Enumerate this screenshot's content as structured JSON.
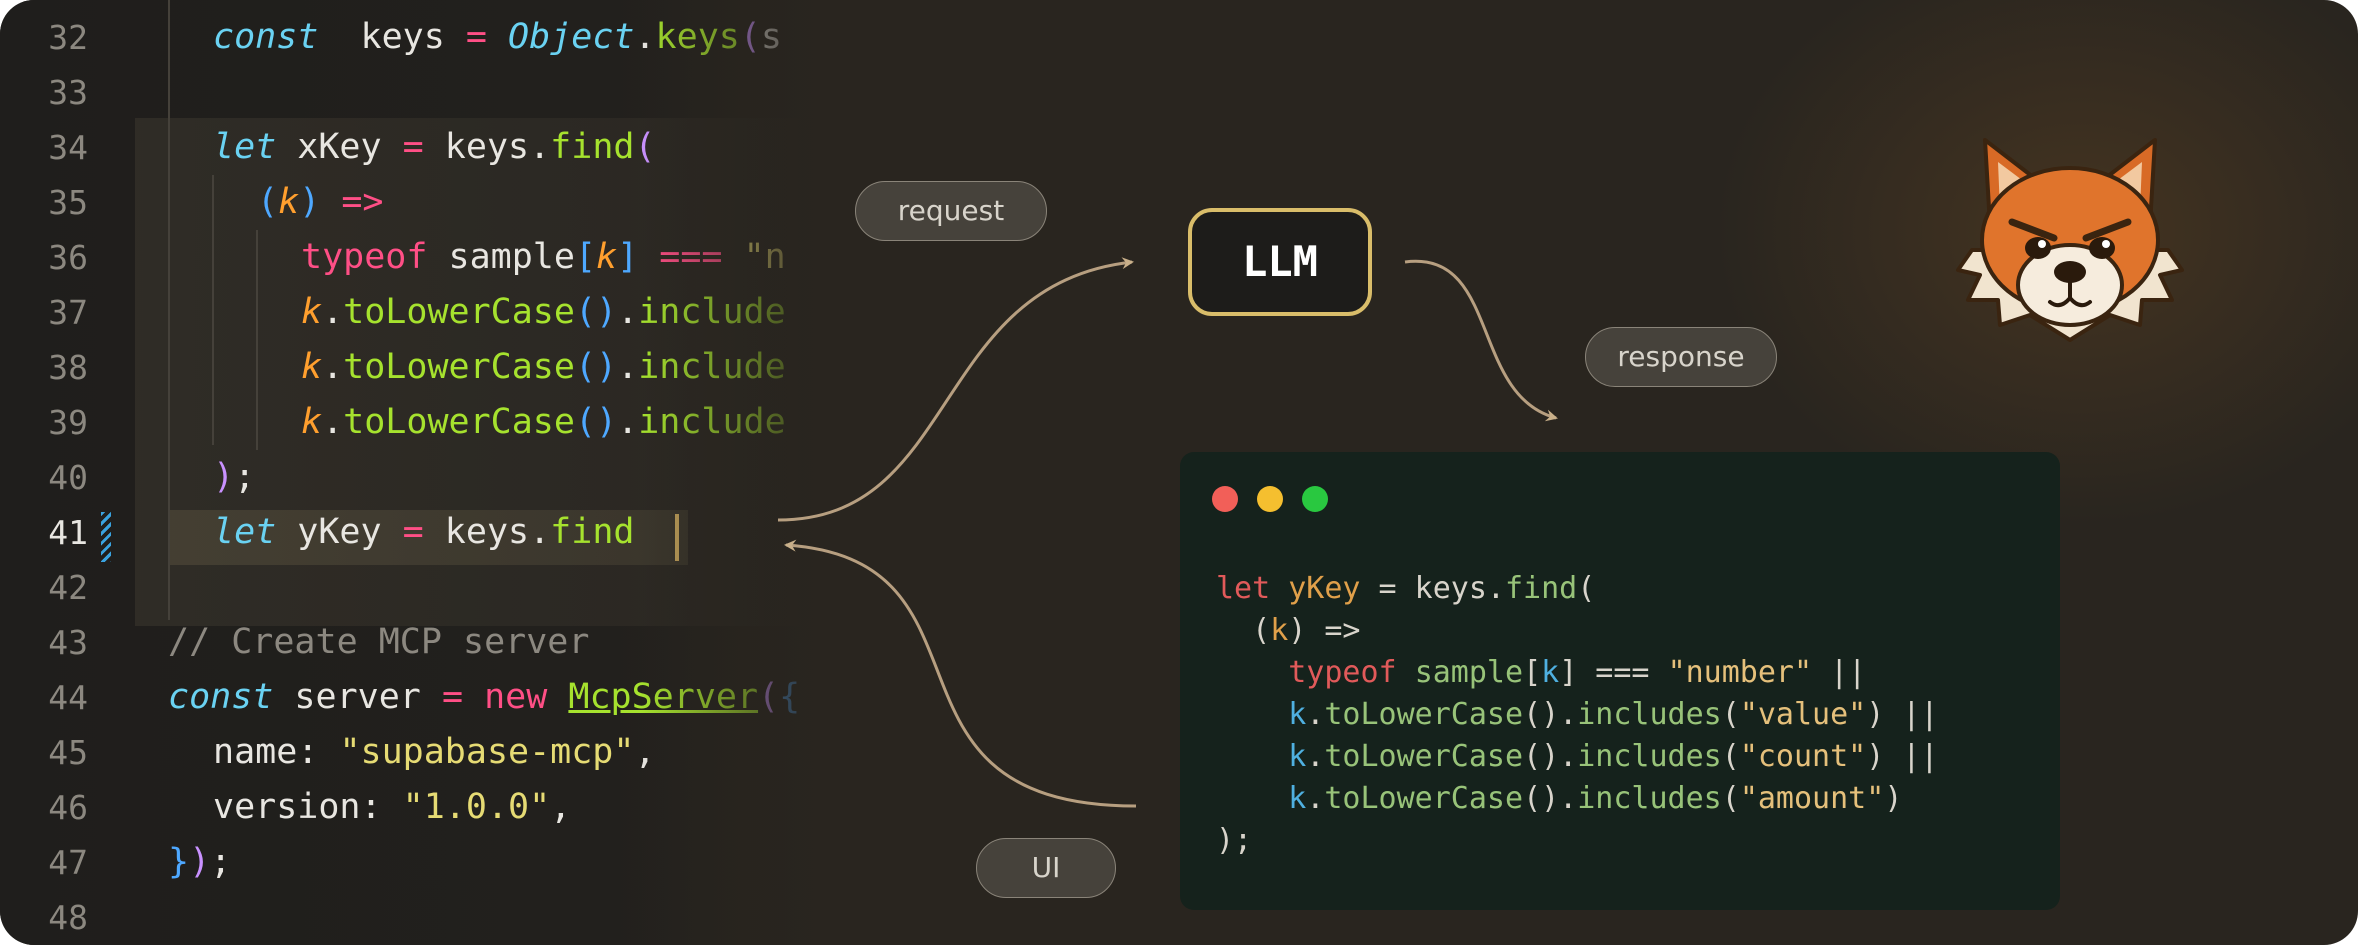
{
  "editor": {
    "lines": [
      {
        "n": "32",
        "tokens": [
          [
            "kw",
            "const"
          ],
          [
            "",
            "  keys "
          ],
          [
            "op",
            "="
          ],
          [
            "",
            " "
          ],
          [
            "kw",
            "Object"
          ],
          [
            "",
            "."
          ],
          [
            "fn",
            "keys"
          ],
          [
            "paren",
            "("
          ],
          [
            "",
            "s"
          ]
        ]
      },
      {
        "n": "33",
        "tokens": []
      },
      {
        "n": "34",
        "tokens": [
          [
            "kw",
            "let"
          ],
          [
            "",
            " xKey "
          ],
          [
            "op",
            "="
          ],
          [
            "",
            " keys."
          ],
          [
            "fn",
            "find"
          ],
          [
            "paren",
            "("
          ]
        ]
      },
      {
        "n": "35",
        "tokens": [
          [
            "paren2",
            "("
          ],
          [
            "param",
            "k"
          ],
          [
            "paren2",
            ")"
          ],
          [
            "",
            " "
          ],
          [
            "op",
            "=>"
          ]
        ]
      },
      {
        "n": "36",
        "tokens": [
          [
            "kw2",
            "typeof"
          ],
          [
            "",
            " sample"
          ],
          [
            "paren2",
            "["
          ],
          [
            "param",
            "k"
          ],
          [
            "paren2",
            "]"
          ],
          [
            "",
            " "
          ],
          [
            "op",
            "==="
          ],
          [
            "",
            " "
          ],
          [
            "str",
            "\"n"
          ]
        ]
      },
      {
        "n": "37",
        "tokens": [
          [
            "param",
            "k"
          ],
          [
            "",
            "."
          ],
          [
            "fn",
            "toLowerCase"
          ],
          [
            "paren2",
            "()"
          ],
          [
            "",
            "."
          ],
          [
            "fn",
            "include"
          ]
        ]
      },
      {
        "n": "38",
        "tokens": [
          [
            "param",
            "k"
          ],
          [
            "",
            "."
          ],
          [
            "fn",
            "toLowerCase"
          ],
          [
            "paren2",
            "()"
          ],
          [
            "",
            "."
          ],
          [
            "fn",
            "include"
          ]
        ]
      },
      {
        "n": "39",
        "tokens": [
          [
            "param",
            "k"
          ],
          [
            "",
            "."
          ],
          [
            "fn",
            "toLowerCase"
          ],
          [
            "paren2",
            "()"
          ],
          [
            "",
            "."
          ],
          [
            "fn",
            "include"
          ]
        ]
      },
      {
        "n": "40",
        "tokens": [
          [
            "paren",
            ")"
          ],
          [
            "",
            ";"
          ]
        ]
      },
      {
        "n": "41",
        "tokens": [
          [
            "kw",
            "let"
          ],
          [
            "",
            " yKey "
          ],
          [
            "op",
            "="
          ],
          [
            "",
            " keys."
          ],
          [
            "fn",
            "find"
          ]
        ]
      },
      {
        "n": "42",
        "tokens": []
      },
      {
        "n": "43",
        "tokens": [
          [
            "cmt",
            "// Create MCP server"
          ]
        ]
      },
      {
        "n": "44",
        "tokens": [
          [
            "kw",
            "const"
          ],
          [
            "",
            " server "
          ],
          [
            "op",
            "="
          ],
          [
            "",
            " "
          ],
          [
            "kw2",
            "new"
          ],
          [
            "",
            " "
          ],
          [
            "cls",
            "McpServer"
          ],
          [
            "paren",
            "("
          ],
          [
            "paren2",
            "{"
          ]
        ]
      },
      {
        "n": "45",
        "tokens": [
          [
            "",
            "name: "
          ],
          [
            "str",
            "\"supabase-mcp\""
          ],
          [
            "",
            ","
          ]
        ]
      },
      {
        "n": "46",
        "tokens": [
          [
            "",
            "version: "
          ],
          [
            "str",
            "\"1.0.0\""
          ],
          [
            "",
            ","
          ]
        ]
      },
      {
        "n": "47",
        "tokens": [
          [
            "paren2",
            "}"
          ],
          [
            "paren",
            ")"
          ],
          [
            "",
            ";"
          ]
        ]
      },
      {
        "n": "48",
        "tokens": []
      }
    ]
  },
  "diagram": {
    "request_label": "request",
    "response_label": "response",
    "ui_label": "UI",
    "llm_label": "LLM"
  },
  "response_window": {
    "lines": [
      [
        [
          "w-kw",
          "let"
        ],
        [
          "",
          " "
        ],
        [
          "w-var",
          "yKey"
        ],
        [
          "",
          " = keys."
        ],
        [
          "w-fn",
          "find"
        ],
        [
          "w-par",
          "("
        ]
      ],
      [
        [
          "",
          "  ("
        ],
        [
          "w-var",
          "k"
        ],
        [
          "",
          ") =>"
        ]
      ],
      [
        [
          "",
          "    "
        ],
        [
          "w-kw",
          "typeof"
        ],
        [
          "",
          " "
        ],
        [
          "w-fn",
          "sample"
        ],
        [
          "",
          "["
        ],
        [
          "w-k",
          "k"
        ],
        [
          "",
          "] === "
        ],
        [
          "w-str",
          "\"number\""
        ],
        [
          "",
          " ||"
        ]
      ],
      [
        [
          "",
          "    "
        ],
        [
          "w-k",
          "k"
        ],
        [
          "",
          "."
        ],
        [
          "w-fn",
          "toLowerCase"
        ],
        [
          "",
          "()."
        ],
        [
          "w-fn",
          "includes"
        ],
        [
          "",
          "("
        ],
        [
          "w-str",
          "\"value\""
        ],
        [
          "",
          ") ||"
        ]
      ],
      [
        [
          "",
          "    "
        ],
        [
          "w-k",
          "k"
        ],
        [
          "",
          "."
        ],
        [
          "w-fn",
          "toLowerCase"
        ],
        [
          "",
          "()."
        ],
        [
          "w-fn",
          "includes"
        ],
        [
          "",
          "("
        ],
        [
          "w-str",
          "\"count\""
        ],
        [
          "",
          ") ||"
        ]
      ],
      [
        [
          "",
          "    "
        ],
        [
          "w-k",
          "k"
        ],
        [
          "",
          "."
        ],
        [
          "w-fn",
          "toLowerCase"
        ],
        [
          "",
          "()."
        ],
        [
          "w-fn",
          "includes"
        ],
        [
          "",
          "("
        ],
        [
          "w-str",
          "\"amount\""
        ],
        [
          "",
          ")"
        ]
      ],
      [
        [
          "",
          ");"
        ]
      ]
    ]
  },
  "colors": {
    "background": "#29251f",
    "llm_border": "#d9bd6a",
    "window_bg": "#15221c",
    "dot_red": "#f25f58",
    "dot_yellow": "#f5bf2f",
    "dot_green": "#29c840"
  },
  "icons": [
    "traffic-light-close-icon",
    "traffic-light-minimize-icon",
    "traffic-light-maximize-icon",
    "mascot-dog-icon"
  ]
}
